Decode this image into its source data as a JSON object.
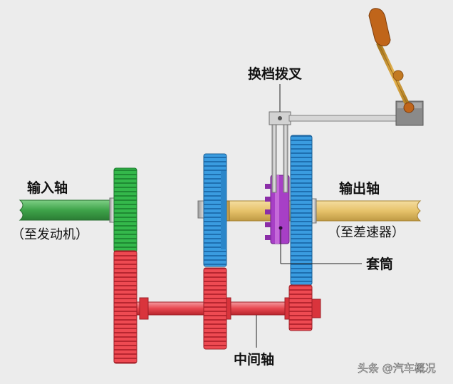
{
  "labels": {
    "input_shaft": "输入轴",
    "input_shaft_note": "（至发动机）",
    "output_shaft": "输出轴",
    "output_shaft_note": "（至差速器）",
    "shift_fork": "换档拨叉",
    "sleeve": "套筒",
    "countershaft": "中间轴"
  },
  "watermark": "头条 @汽车概况",
  "colors": {
    "background": "#ececec",
    "input_shaft": "#3fa34a",
    "input_gear": "#2fb84a",
    "counter_gear": "#e8333c",
    "countershaft": "#e8474f",
    "output_gear": "#2f8fd6",
    "output_shaft": "#e6c26a",
    "sleeve": "#a23fc2",
    "lever": "#c7922e",
    "knob": "#c0651a",
    "linkage": "#cfcfcf"
  },
  "icons": {
    "lever": "gear-shift-lever-icon",
    "fork": "shift-fork-icon"
  }
}
